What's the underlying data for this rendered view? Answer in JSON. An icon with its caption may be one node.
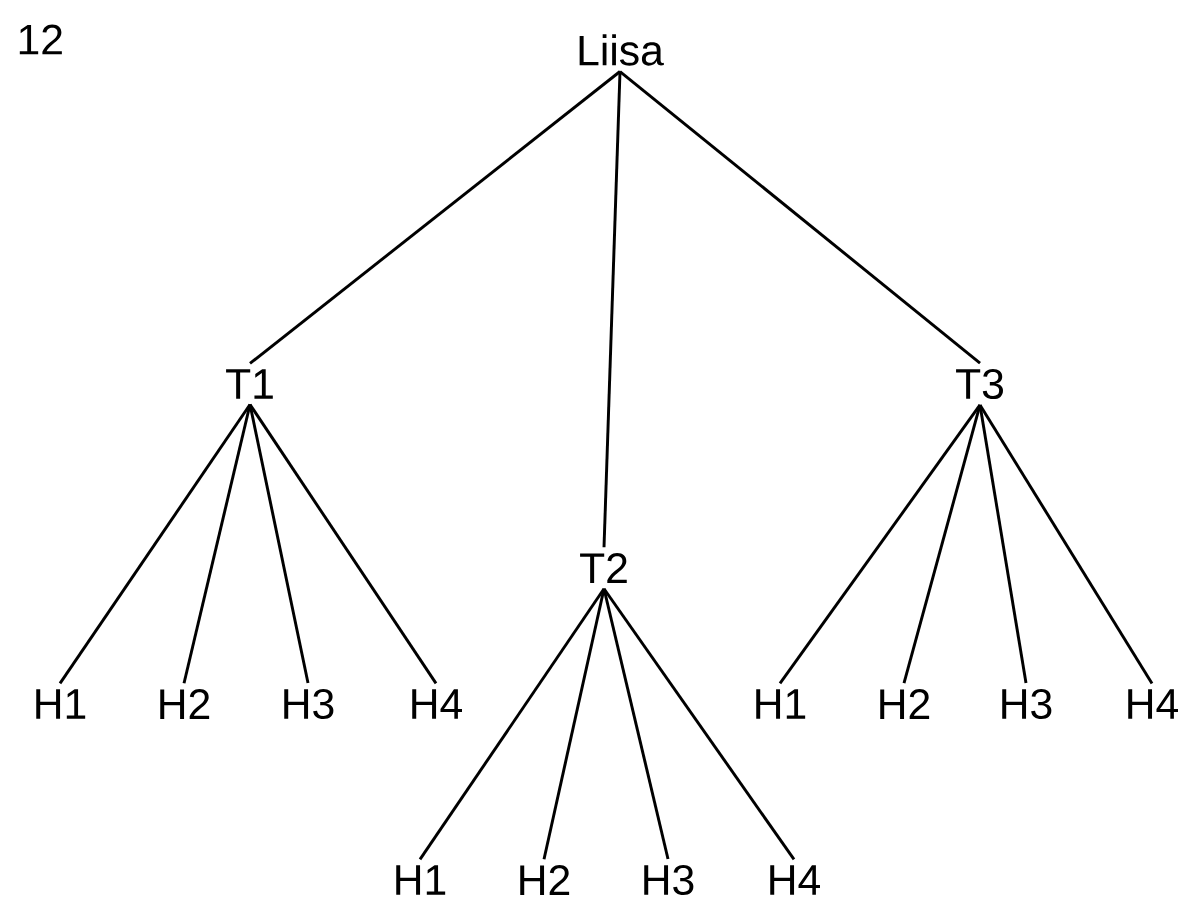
{
  "diagram": {
    "nodes": [
      {
        "text": [
          "Liisa"
        ]
      },
      {
        "text": [
          "T1"
        ]
      },
      {
        "text": [
          "T2"
        ]
      },
      {
        "text": [
          "T3"
        ]
      },
      {
        "text": [
          "H1"
        ]
      },
      {
        "text": [
          "H2"
        ]
      },
      {
        "text": [
          "H3"
        ]
      },
      {
        "text": [
          "H4"
        ]
      },
      {
        "text": [
          "H1"
        ]
      },
      {
        "text": [
          "H2"
        ]
      },
      {
        "text": [
          "H3"
        ]
      },
      {
        "text": [
          "H4"
        ]
      },
      {
        "text": [
          "H1"
        ]
      },
      {
        "text": [
          "H2"
        ]
      },
      {
        "text": [
          "H3"
        ]
      },
      {
        "text": [
          "H4"
        ]
      }
    ],
    "edges": [
      {
        "from": 0,
        "to": 1,
        "arrow": "none"
      },
      {
        "from": 0,
        "to": 2,
        "arrow": "none"
      },
      {
        "from": 0,
        "to": 3,
        "arrow": "none"
      },
      {
        "from": 1,
        "to": 4,
        "arrow": "none"
      },
      {
        "from": 1,
        "to": 5,
        "arrow": "none"
      },
      {
        "from": 1,
        "to": 6,
        "arrow": "none"
      },
      {
        "from": 1,
        "to": 7,
        "arrow": "none"
      },
      {
        "from": 3,
        "to": 8,
        "arrow": "none"
      },
      {
        "from": 3,
        "to": 9,
        "arrow": "none"
      },
      {
        "from": 3,
        "to": 10,
        "arrow": "none"
      },
      {
        "from": 3,
        "to": 11,
        "arrow": "none"
      },
      {
        "from": 2,
        "to": 12,
        "arrow": "none"
      },
      {
        "from": 2,
        "to": 13,
        "arrow": "none"
      },
      {
        "from": 2,
        "to": 14,
        "arrow": "none"
      },
      {
        "from": 2,
        "to": 15,
        "arrow": "none"
      }
    ],
    "labels": [
      "12"
    ]
  }
}
